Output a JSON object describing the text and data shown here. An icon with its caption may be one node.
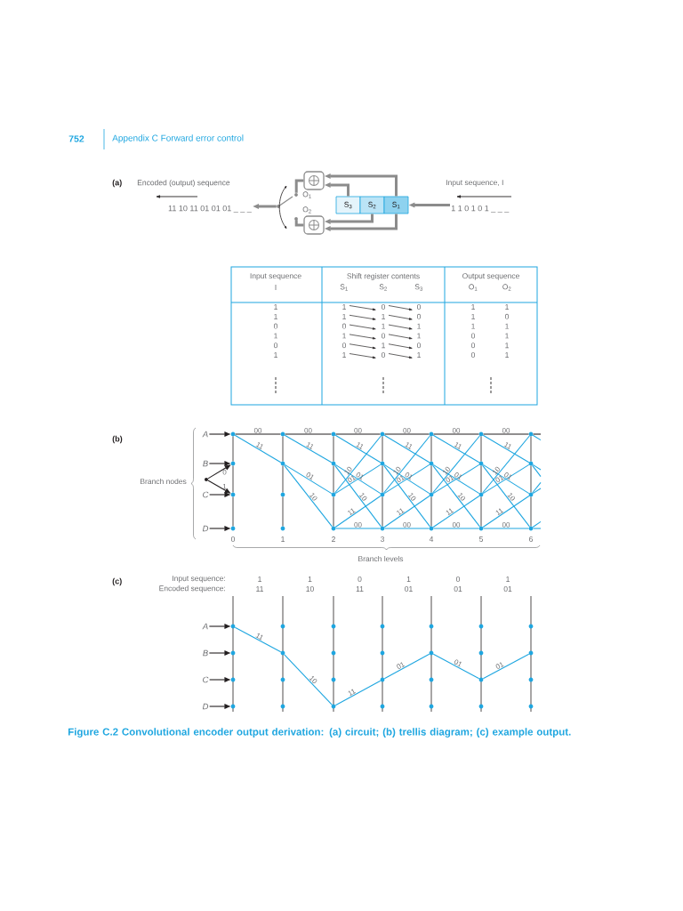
{
  "diagram": {
    "caption": "Figure C.2 Convolutional encoder output derivation: (a) circuit; (b) trellis diagram; (c) example output.",
    "nodes": [
      {
        "text": [
          "11 10 11 01 01 01 _ _ _"
        ]
      },
      {
        "text": [],
        "shape": "switch",
        "beside": [
          "O$_{1}$",
          "O$_{2}$"
        ]
      },
      {
        "text": [],
        "shape": "gate"
      },
      {
        "text": [],
        "shape": "gate"
      },
      {
        "text": [
          "S$_{3}$"
        ]
      },
      {
        "text": [
          "S$_{2}$"
        ]
      },
      {
        "text": [
          "S$_{1}$"
        ]
      },
      {
        "text": [
          "1 1 0 1 0 1 _ _ _"
        ]
      },
      {
        "text": [
          "A"
        ]
      },
      {
        "text": [
          "B"
        ]
      },
      {
        "text": [
          "C"
        ]
      },
      {
        "text": [
          "D"
        ]
      },
      {
        "text": [],
        "shape": "circle"
      },
      {
        "text": [],
        "shape": "circle"
      },
      {
        "text": [],
        "shape": "circle"
      },
      {
        "text": [],
        "shape": "circle"
      },
      {
        "text": [],
        "shape": "circle"
      },
      {
        "text": [],
        "shape": "circle"
      },
      {
        "text": [],
        "shape": "circle"
      },
      {
        "text": [],
        "shape": "circle"
      },
      {
        "text": [],
        "shape": "circle"
      },
      {
        "text": [],
        "shape": "circle"
      },
      {
        "text": [],
        "shape": "circle"
      },
      {
        "text": [],
        "shape": "circle"
      },
      {
        "text": [],
        "shape": "circle"
      },
      {
        "text": [],
        "shape": "circle"
      },
      {
        "text": [],
        "shape": "circle"
      },
      {
        "text": [],
        "shape": "circle"
      },
      {
        "text": [],
        "shape": "circle"
      },
      {
        "text": [],
        "shape": "circle"
      },
      {
        "text": [],
        "shape": "circle"
      },
      {
        "text": [],
        "shape": "circle"
      },
      {
        "text": [],
        "shape": "circle"
      },
      {
        "text": [],
        "shape": "circle"
      },
      {
        "text": [],
        "shape": "circle"
      },
      {
        "text": [],
        "shape": "circle"
      },
      {
        "text": [],
        "shape": "circle"
      },
      {
        "text": [],
        "shape": "circle"
      },
      {
        "text": [],
        "shape": "circle"
      },
      {
        "text": [],
        "shape": "circle"
      },
      {
        "text": [],
        "shape": "circle"
      },
      {
        "text": [
          "A"
        ]
      },
      {
        "text": [
          "B"
        ]
      },
      {
        "text": [
          "C"
        ]
      },
      {
        "text": [
          "D"
        ]
      },
      {
        "text": [],
        "shape": "circle"
      },
      {
        "text": [],
        "shape": "circle"
      },
      {
        "text": [],
        "shape": "circle"
      },
      {
        "text": [],
        "shape": "circle"
      },
      {
        "text": [],
        "shape": "circle"
      },
      {
        "text": [],
        "shape": "circle"
      },
      {
        "text": [],
        "shape": "circle"
      },
      {
        "text": [],
        "shape": "circle"
      },
      {
        "text": [],
        "shape": "circle"
      },
      {
        "text": [],
        "shape": "circle"
      },
      {
        "text": [],
        "shape": "circle"
      },
      {
        "text": [],
        "shape": "circle"
      },
      {
        "text": [],
        "shape": "circle"
      },
      {
        "text": [],
        "shape": "circle"
      },
      {
        "text": [],
        "shape": "circle"
      },
      {
        "text": [],
        "shape": "circle"
      },
      {
        "text": [],
        "shape": "circle"
      },
      {
        "text": [],
        "shape": "circle"
      },
      {
        "text": [],
        "shape": "circle"
      },
      {
        "text": [],
        "shape": "circle"
      },
      {
        "text": [],
        "shape": "circle"
      },
      {
        "text": [],
        "shape": "circle"
      },
      {
        "text": [],
        "shape": "circle"
      },
      {
        "text": [],
        "shape": "circle"
      },
      {
        "text": [],
        "shape": "circle"
      },
      {
        "text": [],
        "shape": "circle"
      },
      {
        "text": [],
        "shape": "circle"
      },
      {
        "text": [],
        "shape": "circle"
      }
    ],
    "edges": [
      {
        "from": 7,
        "to": 6,
        "arrow": "to",
        "style": "thick",
        "color": "#8c8c8c"
      },
      {
        "from": 6,
        "to": 2,
        "arrow": "to",
        "style": "thick",
        "color": "#8c8c8c"
      },
      {
        "from": 4,
        "to": 2,
        "arrow": "to",
        "style": "thick",
        "color": "#8c8c8c"
      },
      {
        "from": 5,
        "to": 3,
        "arrow": "to",
        "style": "thick",
        "color": "#8c8c8c"
      },
      {
        "from": 6,
        "to": 3,
        "arrow": "to",
        "style": "thick",
        "color": "#8c8c8c"
      },
      {
        "from": 2,
        "to": 1,
        "arrow": "none",
        "style": "thick",
        "color": "#8c8c8c"
      },
      {
        "from": 3,
        "to": 1,
        "arrow": "none",
        "style": "thick",
        "color": "#8c8c8c"
      },
      {
        "from": 1,
        "to": 0,
        "arrow": "to",
        "style": "thick",
        "color": "#8c8c8c"
      },
      {
        "from": 8,
        "to": 13,
        "arrow": "to",
        "color": "#231f20"
      },
      {
        "from": 9,
        "to": 14,
        "arrow": "to",
        "color": "#231f20"
      },
      {
        "from": 10,
        "to": 15,
        "arrow": "to",
        "color": "#231f20"
      },
      {
        "from": 11,
        "to": 16,
        "arrow": "to",
        "color": "#231f20"
      },
      {
        "from": 12,
        "to": 14,
        "arrow": "to",
        "label": "0",
        "color": "#231f20"
      },
      {
        "from": 12,
        "to": 15,
        "arrow": "to",
        "label": "1",
        "color": "#231f20"
      },
      {
        "from": 13,
        "to": 17,
        "arrow": "none",
        "label": "00",
        "color": "#231f20"
      },
      {
        "from": 13,
        "to": 18,
        "arrow": "none",
        "label": "11"
      },
      {
        "from": 17,
        "to": 21,
        "arrow": "none",
        "label": "00",
        "color": "#231f20"
      },
      {
        "from": 17,
        "to": 22,
        "arrow": "none",
        "label": "11"
      },
      {
        "from": 18,
        "to": 23,
        "arrow": "none",
        "label": "01"
      },
      {
        "from": 18,
        "to": 24,
        "arrow": "none",
        "label": "10"
      },
      {
        "from": 21,
        "to": 25,
        "arrow": "none",
        "label": "00",
        "color": "#231f20"
      },
      {
        "from": 21,
        "to": 26,
        "arrow": "none",
        "label": "11"
      },
      {
        "from": 22,
        "to": 27,
        "arrow": "none",
        "label": "01"
      },
      {
        "from": 22,
        "to": 28,
        "arrow": "none",
        "label": "10"
      },
      {
        "from": 23,
        "to": 25,
        "arrow": "none",
        "label": "10"
      },
      {
        "from": 23,
        "to": 26,
        "arrow": "none",
        "label": "01"
      },
      {
        "from": 24,
        "to": 27,
        "arrow": "none",
        "label": "11"
      },
      {
        "from": 24,
        "to": 28,
        "arrow": "none",
        "label": "00"
      },
      {
        "from": 25,
        "to": 29,
        "arrow": "none",
        "label": "00",
        "color": "#231f20"
      },
      {
        "from": 25,
        "to": 30,
        "arrow": "none",
        "label": "11"
      },
      {
        "from": 26,
        "to": 31,
        "arrow": "none",
        "label": "01"
      },
      {
        "from": 26,
        "to": 32,
        "arrow": "none",
        "label": "10"
      },
      {
        "from": 27,
        "to": 29,
        "arrow": "none",
        "label": "10"
      },
      {
        "from": 27,
        "to": 30,
        "arrow": "none",
        "label": "01"
      },
      {
        "from": 28,
        "to": 31,
        "arrow": "none",
        "label": "11"
      },
      {
        "from": 28,
        "to": 32,
        "arrow": "none",
        "label": "00"
      },
      {
        "from": 29,
        "to": 33,
        "arrow": "none",
        "label": "00",
        "color": "#231f20"
      },
      {
        "from": 29,
        "to": 34,
        "arrow": "none",
        "label": "11"
      },
      {
        "from": 30,
        "to": 35,
        "arrow": "none",
        "label": "01"
      },
      {
        "from": 30,
        "to": 36,
        "arrow": "none",
        "label": "10"
      },
      {
        "from": 31,
        "to": 33,
        "arrow": "none",
        "label": "10"
      },
      {
        "from": 31,
        "to": 34,
        "arrow": "none",
        "label": "01"
      },
      {
        "from": 32,
        "to": 35,
        "arrow": "none",
        "label": "11"
      },
      {
        "from": 32,
        "to": 36,
        "arrow": "none",
        "label": "00"
      },
      {
        "from": 33,
        "to": 37,
        "arrow": "none",
        "label": "00",
        "color": "#231f20"
      },
      {
        "from": 33,
        "to": 38,
        "arrow": "none",
        "label": "11"
      },
      {
        "from": 34,
        "to": 39,
        "arrow": "none",
        "label": "01"
      },
      {
        "from": 34,
        "to": 40,
        "arrow": "none",
        "label": "10"
      },
      {
        "from": 35,
        "to": 37,
        "arrow": "none",
        "label": "10"
      },
      {
        "from": 35,
        "to": 38,
        "arrow": "none",
        "label": "01"
      },
      {
        "from": 36,
        "to": 39,
        "arrow": "none",
        "label": "11"
      },
      {
        "from": 36,
        "to": 40,
        "arrow": "none",
        "label": "00"
      },
      {
        "from": 37,
        "to": null,
        "arrow": "none",
        "color": "#231f20"
      },
      {
        "from": 37,
        "to": null,
        "arrow": "none"
      },
      {
        "from": 38,
        "to": null,
        "arrow": "none"
      },
      {
        "from": 38,
        "to": null,
        "arrow": "none"
      },
      {
        "from": 39,
        "to": null,
        "arrow": "none"
      },
      {
        "from": 39,
        "to": null,
        "arrow": "none"
      },
      {
        "from": 40,
        "to": null,
        "arrow": "none"
      },
      {
        "from": 40,
        "to": null,
        "arrow": "none"
      },
      {
        "from": 41,
        "to": 45,
        "arrow": "to",
        "color": "#231f20"
      },
      {
        "from": 42,
        "to": 46,
        "arrow": "to",
        "color": "#231f20"
      },
      {
        "from": 43,
        "to": 47,
        "arrow": "to",
        "color": "#231f20"
      },
      {
        "from": 44,
        "to": 48,
        "arrow": "to",
        "color": "#231f20"
      },
      {
        "from": 45,
        "to": 50,
        "arrow": "none",
        "label": "11"
      },
      {
        "from": 50,
        "to": 56,
        "arrow": "none",
        "label": "10"
      },
      {
        "from": 56,
        "to": 59,
        "arrow": "none",
        "label": "11"
      },
      {
        "from": 59,
        "to": 62,
        "arrow": "none",
        "label": "01"
      },
      {
        "from": 62,
        "to": 67,
        "arrow": "none",
        "label": "01"
      },
      {
        "from": 67,
        "to": 70,
        "arrow": "none",
        "label": "01"
      },
      {
        "from": 13,
        "to": 14,
        "arrow": "none",
        "color": "#231f20"
      },
      {
        "from": 14,
        "to": 15,
        "arrow": "none",
        "color": "#231f20"
      },
      {
        "from": 15,
        "to": 16,
        "arrow": "none",
        "color": "#231f20"
      },
      {
        "from": 17,
        "to": 18,
        "arrow": "none",
        "color": "#231f20"
      },
      {
        "from": 18,
        "to": 19,
        "arrow": "none",
        "color": "#231f20"
      },
      {
        "from": 19,
        "to": 20,
        "arrow": "none",
        "color": "#231f20"
      },
      {
        "from": 21,
        "to": 22,
        "arrow": "none",
        "color": "#231f20"
      },
      {
        "from": 22,
        "to": 23,
        "arrow": "none",
        "color": "#231f20"
      },
      {
        "from": 23,
        "to": 24,
        "arrow": "none",
        "color": "#231f20"
      },
      {
        "from": 25,
        "to": 26,
        "arrow": "none",
        "color": "#231f20"
      },
      {
        "from": 26,
        "to": 27,
        "arrow": "none",
        "color": "#231f20"
      },
      {
        "from": 27,
        "to": 28,
        "arrow": "none",
        "color": "#231f20"
      },
      {
        "from": 29,
        "to": 30,
        "arrow": "none",
        "color": "#231f20"
      },
      {
        "from": 30,
        "to": 31,
        "arrow": "none",
        "color": "#231f20"
      },
      {
        "from": 31,
        "to": 32,
        "arrow": "none",
        "color": "#231f20"
      },
      {
        "from": 33,
        "to": 34,
        "arrow": "none",
        "color": "#231f20"
      },
      {
        "from": 34,
        "to": 35,
        "arrow": "none",
        "color": "#231f20"
      },
      {
        "from": 35,
        "to": 36,
        "arrow": "none",
        "color": "#231f20"
      },
      {
        "from": 37,
        "to": 38,
        "arrow": "none",
        "color": "#231f20"
      },
      {
        "from": 38,
        "to": 39,
        "arrow": "none",
        "color": "#231f20"
      },
      {
        "from": 39,
        "to": 40,
        "arrow": "none",
        "color": "#231f20"
      }
    ],
    "labels": [
      "752",
      "Appendix C Forward error control",
      "(a)",
      "Encoded (output) sequence",
      "Input sequence, I",
      "Input sequence",
      "I",
      "Shift register contents",
      "S$_{1}$",
      "S$_{2}$",
      "S$_{3}$",
      "Output sequence",
      "O$_{1}$",
      "O$_{2}$",
      "1",
      "1",
      "0",
      "0",
      "1",
      "1",
      "1",
      "1",
      "1",
      "0",
      "1",
      "0",
      "0",
      "0",
      "1",
      "1",
      "1",
      "1",
      "1",
      "1",
      "0",
      "1",
      "0",
      "1",
      "0",
      "0",
      "1",
      "0",
      "0",
      "1",
      "1",
      "1",
      "0",
      "1",
      "0",
      "1",
      "(b)",
      "Branch nodes",
      "0",
      "1",
      "2",
      "3",
      "4",
      "5",
      "6",
      "Branch levels",
      "(c)",
      "Input sequence:",
      "1",
      "1",
      "0",
      "1",
      "0",
      "1",
      "Encoded sequence:",
      "11",
      "10",
      "11",
      "01",
      "01",
      "01"
    ]
  }
}
